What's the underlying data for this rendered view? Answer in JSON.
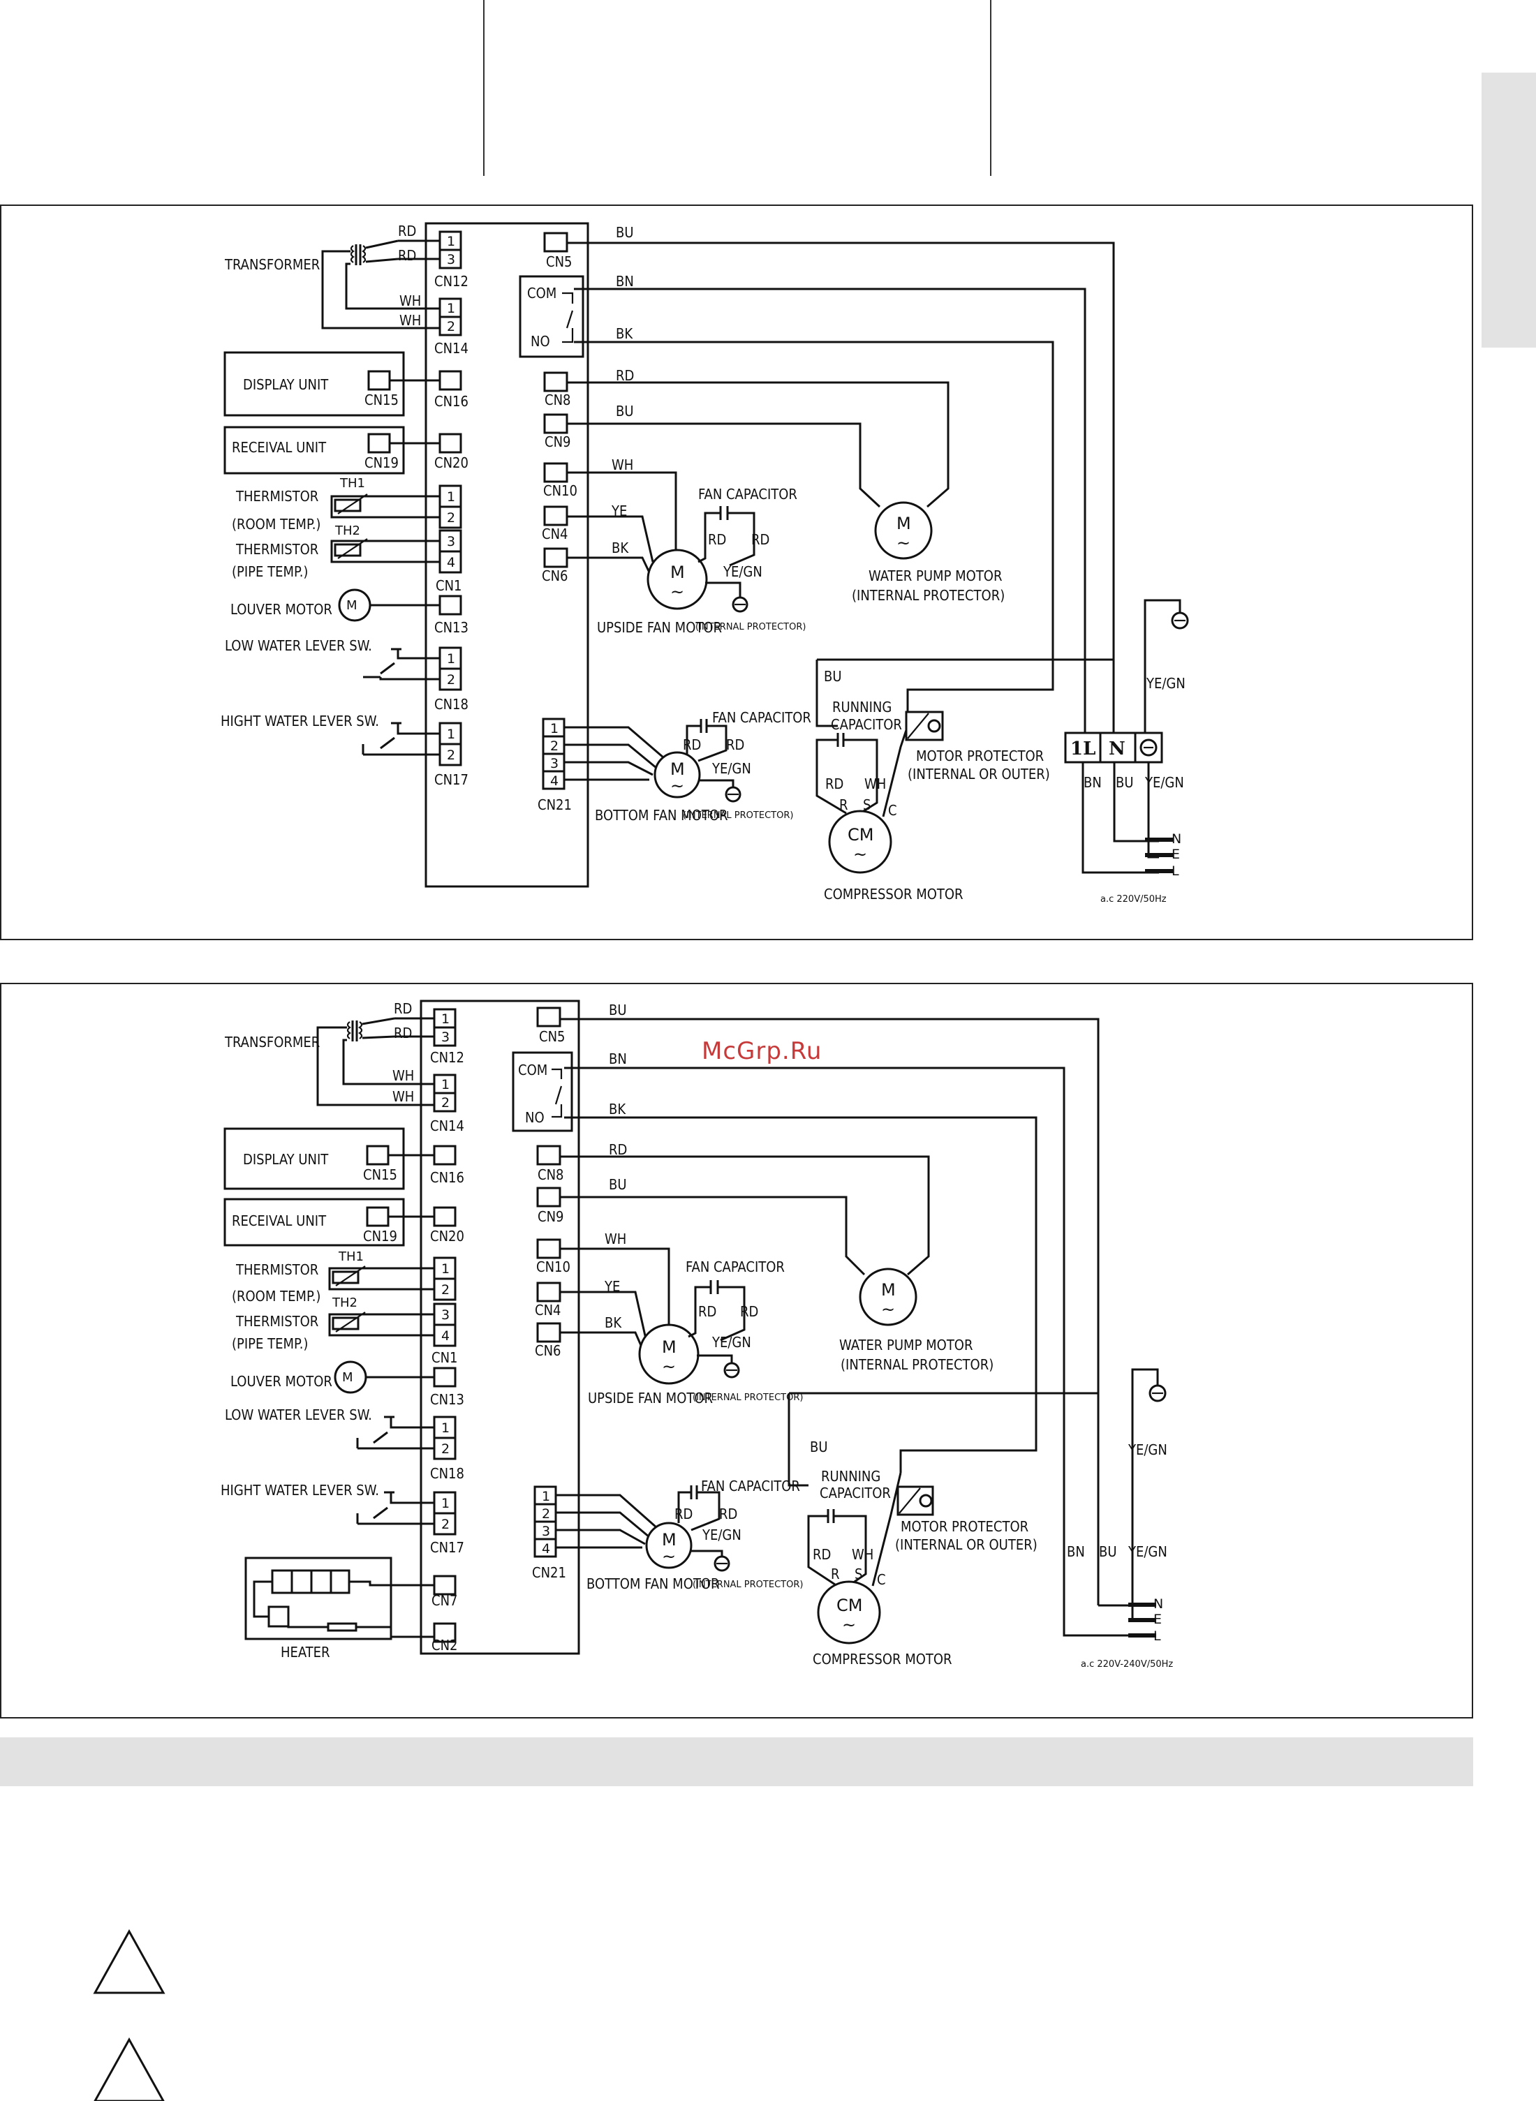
{
  "watermark": "McGrp.Ru",
  "diagram1": {
    "transformer": "TRANSFORMER",
    "display_unit": "DISPLAY UNIT",
    "receival_unit": "RECEIVAL UNIT",
    "thermistor_room": [
      "THERMISTOR",
      "(ROOM TEMP.)"
    ],
    "thermistor_pipe": [
      "THERMISTOR",
      "(PIPE TEMP.)"
    ],
    "th1": "TH1",
    "th2": "TH2",
    "louver_motor": "LOUVER MOTOR",
    "low_water": "LOW WATER LEVER SW.",
    "high_water": "HIGHT WATER LEVER SW.",
    "connectors": {
      "cn12": "CN12",
      "cn14": "CN14",
      "cn15": "CN15",
      "cn16": "CN16",
      "cn19": "CN19",
      "cn20": "CN20",
      "cn1": "CN1",
      "cn13": "CN13",
      "cn18": "CN18",
      "cn17": "CN17",
      "cn5": "CN5",
      "cn8": "CN8",
      "cn9": "CN9",
      "cn10": "CN10",
      "cn4": "CN4",
      "cn6": "CN6",
      "cn21": "CN21"
    },
    "com": "COM",
    "no": "NO",
    "wires": {
      "rd": "RD",
      "wh": "WH",
      "bu": "BU",
      "bn": "BN",
      "bk": "BK",
      "ye": "YE",
      "yegn": "YE/GN"
    },
    "fan_capacitor": "FAN CAPACITOR",
    "upside_fan_motor": "UPSIDE FAN MOTOR",
    "bottom_fan_motor": "BOTTOM FAN MOTOR",
    "internal_protector_small": "(INTERNAL PROTECTOR)",
    "water_pump_motor": "WATER PUMP MOTOR",
    "water_pump_protector": "(INTERNAL PROTECTOR)",
    "running_capacitor": [
      "RUNNING",
      "CAPACITOR"
    ],
    "motor_protector": [
      "MOTOR PROTECTOR",
      "(INTERNAL OR OUTER)"
    ],
    "compressor_motor": "COMPRESSOR MOTOR",
    "terminal": {
      "l": "1L",
      "n": "N"
    },
    "rsc": {
      "r": "R",
      "s": "S",
      "c": "C"
    },
    "nel": {
      "n": "N",
      "e": "E",
      "l": "L"
    },
    "motor_m": "M",
    "motor_cm": "CM",
    "supply": "a.c 220V/50Hz"
  },
  "diagram2": {
    "heater": "HEATER",
    "cn7": "CN7",
    "cn2": "CN2",
    "supply": "a.c 220V-240V/50Hz"
  }
}
